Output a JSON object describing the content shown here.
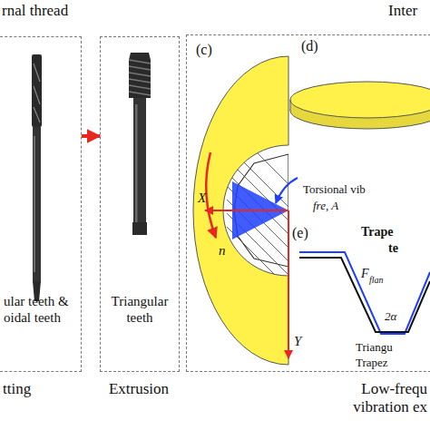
{
  "diagram": {
    "nodes": [
      {
        "text": [
          "ular teeth & oidal teeth",
          "tting"
        ]
      },
      {
        "text": [
          "Triangular teeth",
          "Extrusion"
        ]
      },
      {
        "text": [
          "(c)",
          "Low-frequ vibration ex"
        ]
      }
    ],
    "edges": [
      {
        "from": 0,
        "to": 1,
        "arrow": "to"
      }
    ],
    "labels": [
      "rnal thread",
      "Inter",
      "(d)",
      "Torsional vib",
      "fre, A",
      "(e)",
      "Trape",
      "te",
      "F",
      "flan",
      "2α",
      "Triangu",
      "Trapez",
      "X",
      "Y",
      "n"
    ]
  }
}
